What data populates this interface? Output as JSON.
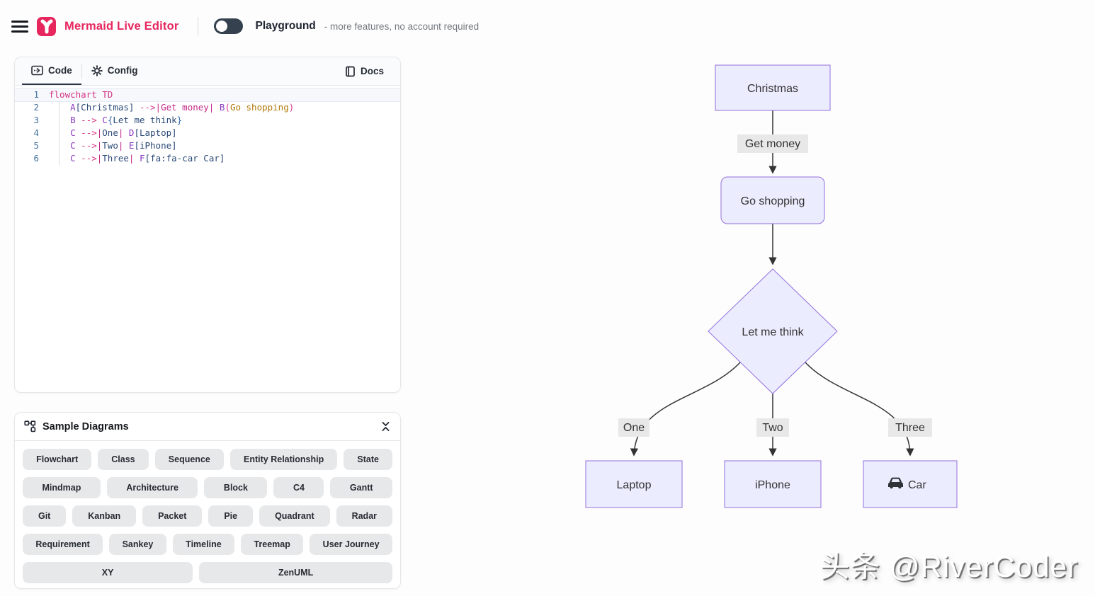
{
  "header": {
    "title": "Mermaid Live Editor",
    "playground_label": "Playground",
    "playground_note": "- more features, no account required"
  },
  "editor": {
    "tabs": {
      "code": "Code",
      "config": "Config"
    },
    "docs": "Docs",
    "lines": [
      {
        "num": "1",
        "segs": [
          {
            "t": "flowchart TD",
            "c": "kw"
          }
        ]
      },
      {
        "num": "2",
        "segs": [
          {
            "t": "    ",
            "c": "pl"
          },
          {
            "t": "A",
            "c": "id"
          },
          {
            "t": "[Christmas]",
            "c": "tx"
          },
          {
            "t": " ",
            "c": "pl"
          },
          {
            "t": "-->",
            "c": "kw"
          },
          {
            "t": "|Get money|",
            "c": "edg"
          },
          {
            "t": " ",
            "c": "pl"
          },
          {
            "t": "B",
            "c": "id"
          },
          {
            "t": "(",
            "c": "kw"
          },
          {
            "t": "Go shopping",
            "c": "str"
          },
          {
            "t": ")",
            "c": "kw"
          }
        ]
      },
      {
        "num": "3",
        "segs": [
          {
            "t": "    ",
            "c": "pl"
          },
          {
            "t": "B",
            "c": "id"
          },
          {
            "t": " ",
            "c": "pl"
          },
          {
            "t": "-->",
            "c": "kw"
          },
          {
            "t": " ",
            "c": "pl"
          },
          {
            "t": "C",
            "c": "id"
          },
          {
            "t": "{",
            "c": "brc"
          },
          {
            "t": "Let me think",
            "c": "tx"
          },
          {
            "t": "}",
            "c": "brc"
          }
        ]
      },
      {
        "num": "4",
        "segs": [
          {
            "t": "    ",
            "c": "pl"
          },
          {
            "t": "C",
            "c": "id"
          },
          {
            "t": " ",
            "c": "pl"
          },
          {
            "t": "-->",
            "c": "kw"
          },
          {
            "t": "|",
            "c": "edg"
          },
          {
            "t": "One",
            "c": "tx"
          },
          {
            "t": "|",
            "c": "edg"
          },
          {
            "t": " ",
            "c": "pl"
          },
          {
            "t": "D",
            "c": "id"
          },
          {
            "t": "[Laptop]",
            "c": "tx"
          }
        ]
      },
      {
        "num": "5",
        "segs": [
          {
            "t": "    ",
            "c": "pl"
          },
          {
            "t": "C",
            "c": "id"
          },
          {
            "t": " ",
            "c": "pl"
          },
          {
            "t": "-->",
            "c": "kw"
          },
          {
            "t": "|",
            "c": "edg"
          },
          {
            "t": "Two",
            "c": "tx"
          },
          {
            "t": "|",
            "c": "edg"
          },
          {
            "t": " ",
            "c": "pl"
          },
          {
            "t": "E",
            "c": "id"
          },
          {
            "t": "[iPhone]",
            "c": "tx"
          }
        ]
      },
      {
        "num": "6",
        "segs": [
          {
            "t": "    ",
            "c": "pl"
          },
          {
            "t": "C",
            "c": "id"
          },
          {
            "t": " ",
            "c": "pl"
          },
          {
            "t": "-->",
            "c": "kw"
          },
          {
            "t": "|",
            "c": "edg"
          },
          {
            "t": "Three",
            "c": "tx"
          },
          {
            "t": "|",
            "c": "edg"
          },
          {
            "t": " ",
            "c": "pl"
          },
          {
            "t": "F",
            "c": "id"
          },
          {
            "t": "[fa:fa-car Car]",
            "c": "tx"
          }
        ]
      }
    ]
  },
  "samples": {
    "title": "Sample Diagrams",
    "rows": [
      [
        "Flowchart",
        "Class",
        "Sequence",
        "Entity Relationship",
        "State"
      ],
      [
        "Mindmap",
        "Architecture",
        "Block",
        "C4",
        "Gantt"
      ],
      [
        "Git",
        "Kanban",
        "Packet",
        "Pie",
        "Quadrant",
        "Radar"
      ],
      [
        "Requirement",
        "Sankey",
        "Timeline",
        "Treemap",
        "User Journey"
      ],
      [
        "XY",
        "ZenUML"
      ]
    ]
  },
  "diagram": {
    "nodes": {
      "christmas": "Christmas",
      "go_shopping": "Go shopping",
      "let_me_think": "Let me think",
      "laptop": "Laptop",
      "iphone": "iPhone",
      "car": "Car"
    },
    "edges": {
      "get_money": "Get money",
      "one": "One",
      "two": "Two",
      "three": "Three"
    },
    "colors": {
      "node_fill": "#ECECFF",
      "node_border": "#9370DB",
      "edge": "#333333",
      "label_bg": "#e8e8e8",
      "brand": "#e7265e"
    }
  },
  "watermark": "头条 @RiverCoder"
}
